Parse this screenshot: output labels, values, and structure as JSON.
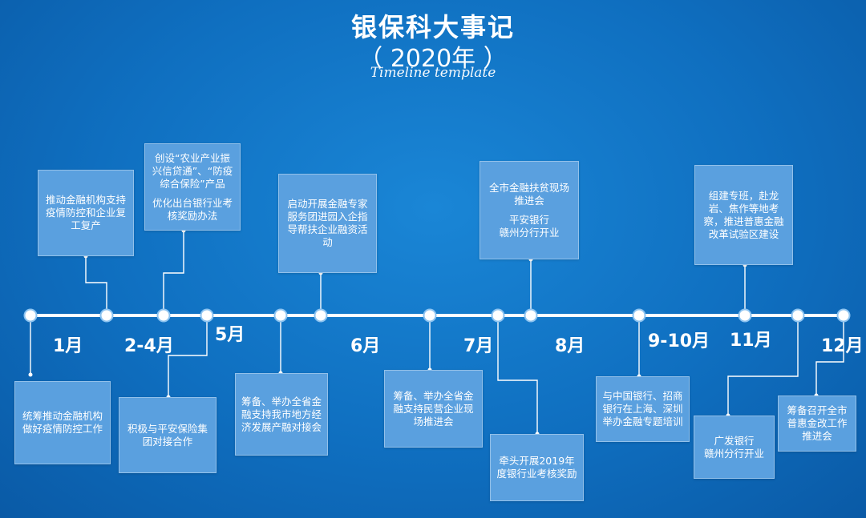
{
  "header": {
    "title": "银保科大事记",
    "year": "（ 2020年 ）",
    "subtitle": "Timeline template"
  },
  "months": [
    {
      "key": "m1",
      "label": "1月"
    },
    {
      "key": "m2",
      "label": "2-4月"
    },
    {
      "key": "m3",
      "label": "5月"
    },
    {
      "key": "m4",
      "label": "6月"
    },
    {
      "key": "m5",
      "label": "7月"
    },
    {
      "key": "m6",
      "label": "8月"
    },
    {
      "key": "m7",
      "label": "9-10月"
    },
    {
      "key": "m8",
      "label": "11月"
    },
    {
      "key": "m9",
      "label": "12月"
    }
  ],
  "events": [
    {
      "key": "e1",
      "position": "below",
      "paras": [
        "统筹推动金融机构做好疫情防控工作"
      ]
    },
    {
      "key": "e2",
      "position": "above",
      "paras": [
        "推动金融机构支持疫情防控和企业复工复产"
      ]
    },
    {
      "key": "e3",
      "position": "above",
      "paras": [
        "创设“农业产业振兴信贷通”、“防疫综合保险”产品",
        "优化出台银行业考核奖励办法"
      ]
    },
    {
      "key": "e4",
      "position": "below",
      "paras": [
        "积极与平安保险集团对接合作"
      ]
    },
    {
      "key": "e5",
      "position": "below",
      "paras": [
        "筹备、举办全省金融支持我市地方经济发展产融对接会"
      ]
    },
    {
      "key": "e6",
      "position": "above",
      "paras": [
        "启动开展金融专家服务团进园入企指导帮扶企业融资活动"
      ]
    },
    {
      "key": "e7",
      "position": "below",
      "paras": [
        "筹备、举办全省金融支持民营企业现场推进会"
      ]
    },
    {
      "key": "e8",
      "position": "below",
      "paras": [
        "牵头开展2019年度银行业考核奖励"
      ]
    },
    {
      "key": "e9",
      "position": "above",
      "paras": [
        "全市金融扶贫现场推进会",
        "平安银行\n赣州分行开业"
      ]
    },
    {
      "key": "e10",
      "position": "below",
      "paras": [
        "与中国银行、招商银行在上海、深圳举办金融专题培训"
      ]
    },
    {
      "key": "e11",
      "position": "above",
      "paras": [
        "组建专班，赴龙岩、焦作等地考察，推进普惠金融改革试验区建设"
      ]
    },
    {
      "key": "e12",
      "position": "below",
      "paras": [
        "广发银行\n赣州分行开业"
      ]
    },
    {
      "key": "e13",
      "position": "below",
      "paras": [
        "筹备召开全市普惠金改工作推进会"
      ]
    }
  ]
}
